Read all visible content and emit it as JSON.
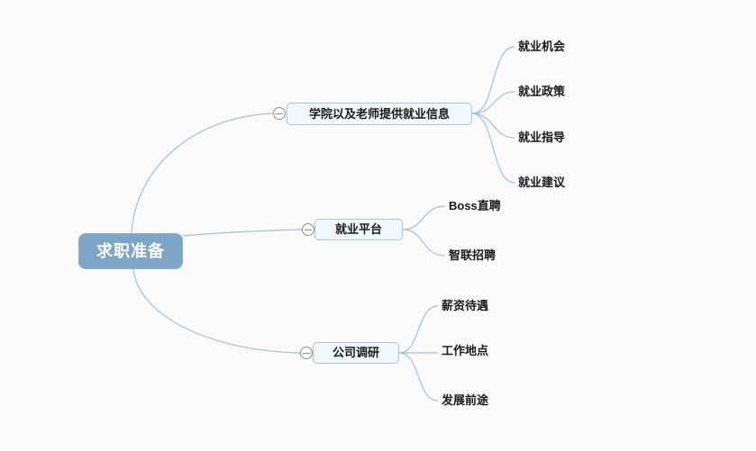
{
  "mindmap": {
    "root": {
      "label": "求职准备"
    },
    "branches": [
      {
        "label": "学院以及老师提供就业信息",
        "collapse_icon": "minus-icon",
        "children": [
          {
            "label": "就业机会"
          },
          {
            "label": "就业政策"
          },
          {
            "label": "就业指导"
          },
          {
            "label": "就业建议"
          }
        ]
      },
      {
        "label": "就业平台",
        "collapse_icon": "minus-icon",
        "children": [
          {
            "label": "Boss直聘"
          },
          {
            "label": "智联招聘"
          }
        ]
      },
      {
        "label": "公司调研",
        "collapse_icon": "minus-icon",
        "children": [
          {
            "label": "薪资待遇"
          },
          {
            "label": "工作地点"
          },
          {
            "label": "发展前途"
          }
        ]
      }
    ],
    "colors": {
      "background": "#fafafa",
      "root_fill": "#7da5c6",
      "root_text": "#ffffff",
      "branch_fill": "#f2f7fb",
      "branch_border": "#a9c4dc",
      "connector_line": "#a3bfd8",
      "collapse_border": "#8c8c8c",
      "topic_text": "#1a1a1a"
    }
  }
}
